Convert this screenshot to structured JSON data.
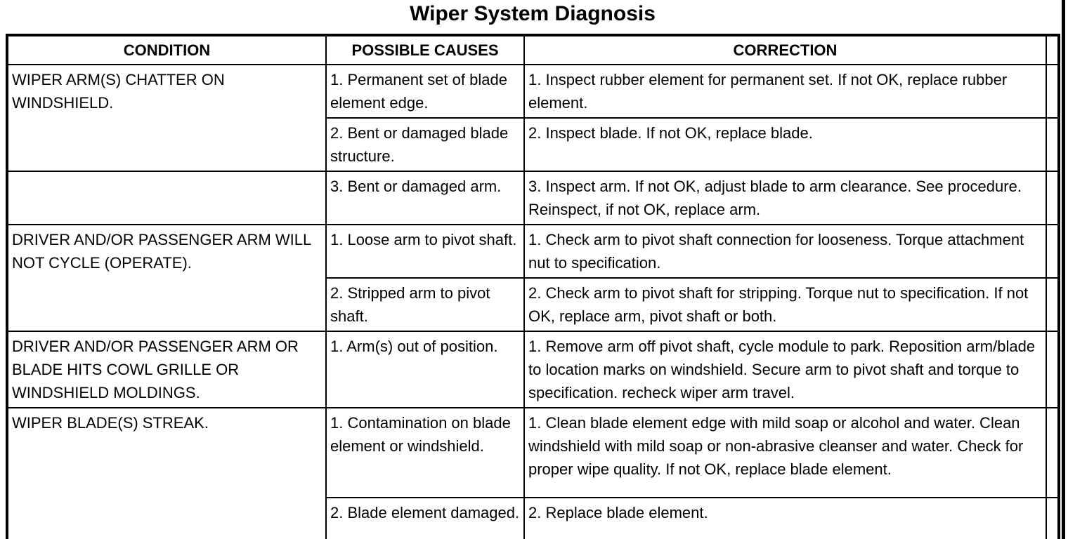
{
  "page": {
    "title": "Wiper System Diagnosis"
  },
  "table": {
    "headers": {
      "condition": "CONDITION",
      "causes": "POSSIBLE CAUSES",
      "correction": "CORRECTION"
    },
    "rows": [
      {
        "condition": "WIPER ARM(S) CHATTER ON WINDSHIELD.",
        "cause": "1. Permanent set of blade element edge.",
        "correction": "1. Inspect rubber element for permanent set. If not OK, replace rubber element."
      },
      {
        "cause": "2. Bent or damaged blade structure.",
        "correction": "2. Inspect blade. If not OK, replace blade."
      },
      {
        "condition": "",
        "cause": "3. Bent or damaged arm.",
        "correction": "3. Inspect arm. If not OK, adjust blade to arm clearance. See procedure. Reinspect, if not OK, replace arm."
      },
      {
        "condition": "DRIVER AND/OR PASSENGER ARM WILL NOT CYCLE (OPERATE).",
        "cause": "1. Loose arm to pivot shaft.",
        "correction": "1. Check arm to pivot shaft connection for looseness. Torque attachment nut to specification."
      },
      {
        "cause": "2. Stripped arm to pivot shaft.",
        "correction": "2. Check arm to pivot shaft for stripping. Torque nut to specification. If not OK, replace arm, pivot shaft or both."
      },
      {
        "condition": "DRIVER AND/OR PASSENGER ARM OR BLADE HITS COWL GRILLE OR WINDSHIELD MOLDINGS.",
        "cause": "1. Arm(s) out of position.",
        "correction": "1. Remove arm off pivot shaft, cycle module to park. Reposition arm/blade to location marks on windshield. Secure arm to pivot shaft and torque to specification. recheck wiper arm travel."
      },
      {
        "condition": "WIPER BLADE(S) STREAK.",
        "cause": "1. Contamination on blade element or windshield.",
        "correction": "1. Clean blade element edge with mild soap or alcohol and water. Clean windshield with mild soap or non-abrasive cleanser and water. Check for proper wipe quality. If not OK, replace blade element."
      },
      {
        "cause": "2. Blade element damaged.",
        "correction": "2. Replace blade element."
      }
    ]
  }
}
